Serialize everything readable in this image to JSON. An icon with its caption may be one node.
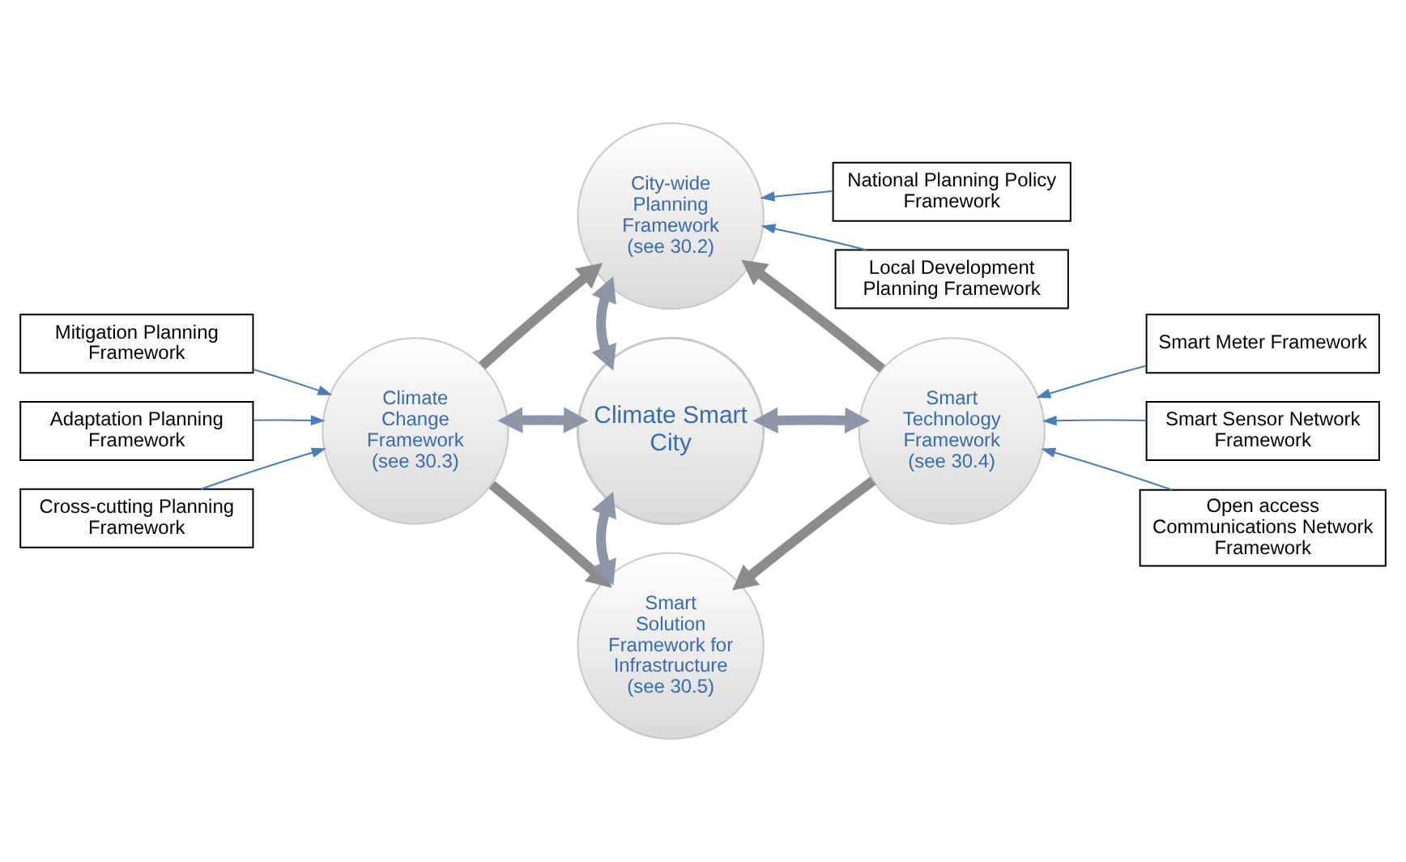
{
  "diagram": {
    "nodes": [
      {
        "text": [
          "City-wide Planning Framework",
          "(see 30.2)"
        ]
      },
      {
        "text": [
          "National Planning Policy Framework"
        ]
      },
      {
        "text": [
          "Local Development Planning Framework"
        ]
      },
      {
        "text": [
          "Mitigation Planning Framework"
        ]
      },
      {
        "text": [
          "Smart Meter Framework"
        ]
      },
      {
        "text": [
          "Climate Change Framework",
          "(see 30.3)"
        ]
      },
      {
        "text": [
          "Climate Smart City"
        ]
      },
      {
        "text": [
          "Smart Technology Framework",
          "(see 30.4)"
        ]
      },
      {
        "text": [
          "Smart Sensor Network Framework"
        ]
      },
      {
        "text": [
          "Adaptation Planning Framework"
        ]
      },
      {
        "text": [
          "Cross-cutting Planning Framework"
        ]
      },
      {
        "text": [
          "Open access Communications Network Framework"
        ]
      },
      {
        "text": [
          "Smart Solution Framework for Infrastructure",
          "(see 30.5)"
        ]
      }
    ],
    "edges": [
      {
        "from": 1,
        "to": 0,
        "arrow": "to"
      },
      {
        "from": 2,
        "to": 0,
        "arrow": "to"
      },
      {
        "from": 3,
        "to": 5,
        "arrow": "to"
      },
      {
        "from": 9,
        "to": 5,
        "arrow": "to"
      },
      {
        "from": 10,
        "to": 5,
        "arrow": "to"
      },
      {
        "from": 4,
        "to": 7,
        "arrow": "to"
      },
      {
        "from": 8,
        "to": 7,
        "arrow": "to"
      },
      {
        "from": 11,
        "to": 7,
        "arrow": "to"
      },
      {
        "from": 5,
        "to": 0,
        "arrow": "to",
        "style": "thick",
        "color": "#8c8c8c"
      },
      {
        "from": 7,
        "to": 0,
        "arrow": "to",
        "style": "thick",
        "color": "#8c8c8c"
      },
      {
        "from": 5,
        "to": 12,
        "arrow": "to",
        "style": "thick",
        "color": "#8c8c8c"
      },
      {
        "from": 7,
        "to": 12,
        "arrow": "to",
        "style": "thick",
        "color": "#8c8c8c"
      },
      {
        "from": 6,
        "to": 0,
        "arrow": "both",
        "style": "thick",
        "color": "#8c96a8"
      },
      {
        "from": 6,
        "to": 5,
        "arrow": "both",
        "style": "thick",
        "color": "#8c96a8"
      },
      {
        "from": 6,
        "to": 7,
        "arrow": "both",
        "style": "thick",
        "color": "#8c96a8"
      },
      {
        "from": 6,
        "to": 12,
        "arrow": "both",
        "style": "thick",
        "color": "#8c96a8"
      }
    ]
  }
}
